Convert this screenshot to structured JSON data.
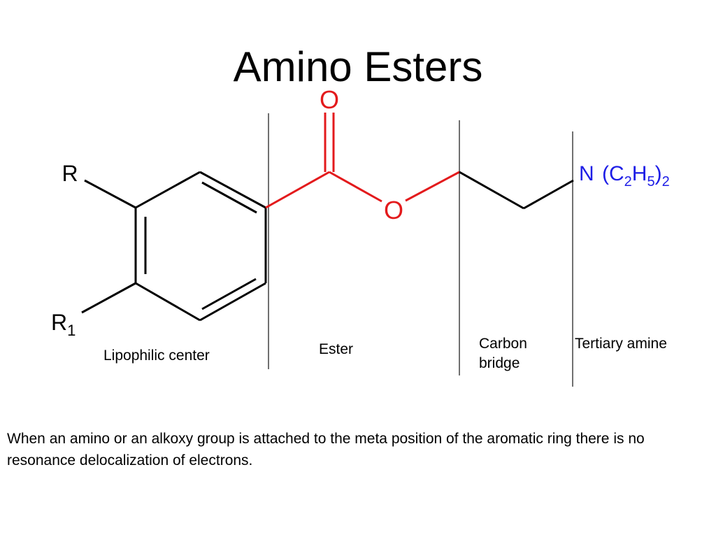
{
  "title": "Amino Esters",
  "structure": {
    "atoms": {
      "carbonyl_o": "O",
      "ester_o": "O",
      "r": "R",
      "r1_base": "R",
      "r1_sub": "1",
      "n": "N",
      "amine_open": "(C",
      "amine_sub1": "2",
      "amine_h": "H",
      "amine_sub2": "5",
      "amine_close": ")",
      "amine_sub3": "2"
    },
    "colors": {
      "bond": "#000000",
      "ester": "#e31a1c",
      "amine": "#1e1ee6",
      "divider": "#404040"
    }
  },
  "regions": {
    "lipophilic": "Lipophilic center",
    "ester": "Ester",
    "carbon_line1": "Carbon",
    "carbon_line2": "bridge",
    "amine": "Tertiary amine"
  },
  "note": "When an amino or an alkoxy group is attached to the meta position of the aromatic ring there is no resonance delocalization of electrons."
}
